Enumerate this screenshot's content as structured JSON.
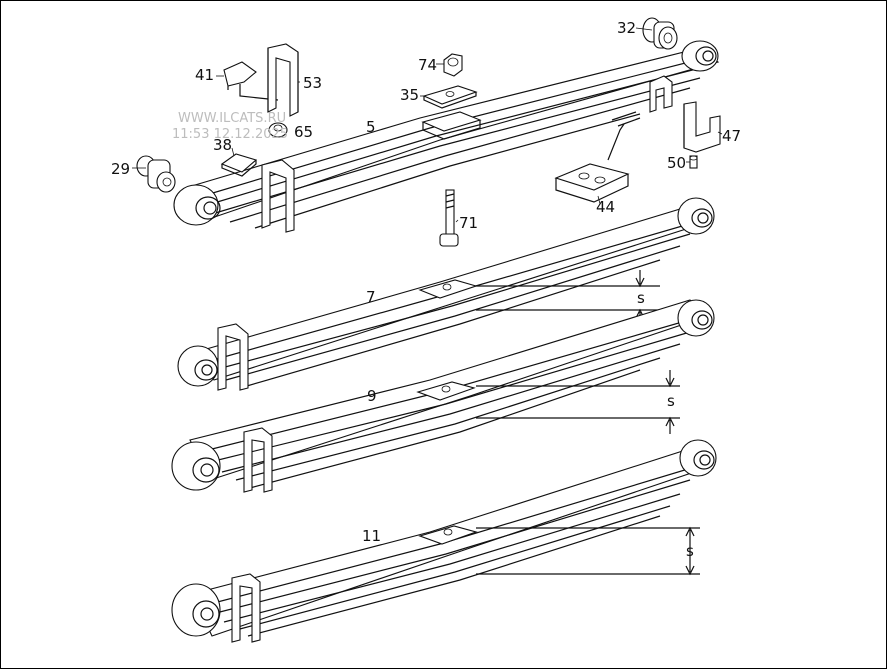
{
  "watermark": {
    "line1": "WWW.ILCATS.RU",
    "line2": "11:53 12.12.2025"
  },
  "part_labels": {
    "p5": "5",
    "p7": "7",
    "p9": "9",
    "p11": "11",
    "p29": "29",
    "p32": "32",
    "p35": "35",
    "p38": "38",
    "p41": "41",
    "p44": "44",
    "p47": "47",
    "p50": "50",
    "p53": "53",
    "p65": "65",
    "p71": "71",
    "p74": "74"
  },
  "dimension_labels": {
    "s1": "s",
    "s2": "s",
    "s3": "s"
  },
  "colors": {
    "line": "#111111",
    "background": "#ffffff",
    "frame": "#000000"
  }
}
